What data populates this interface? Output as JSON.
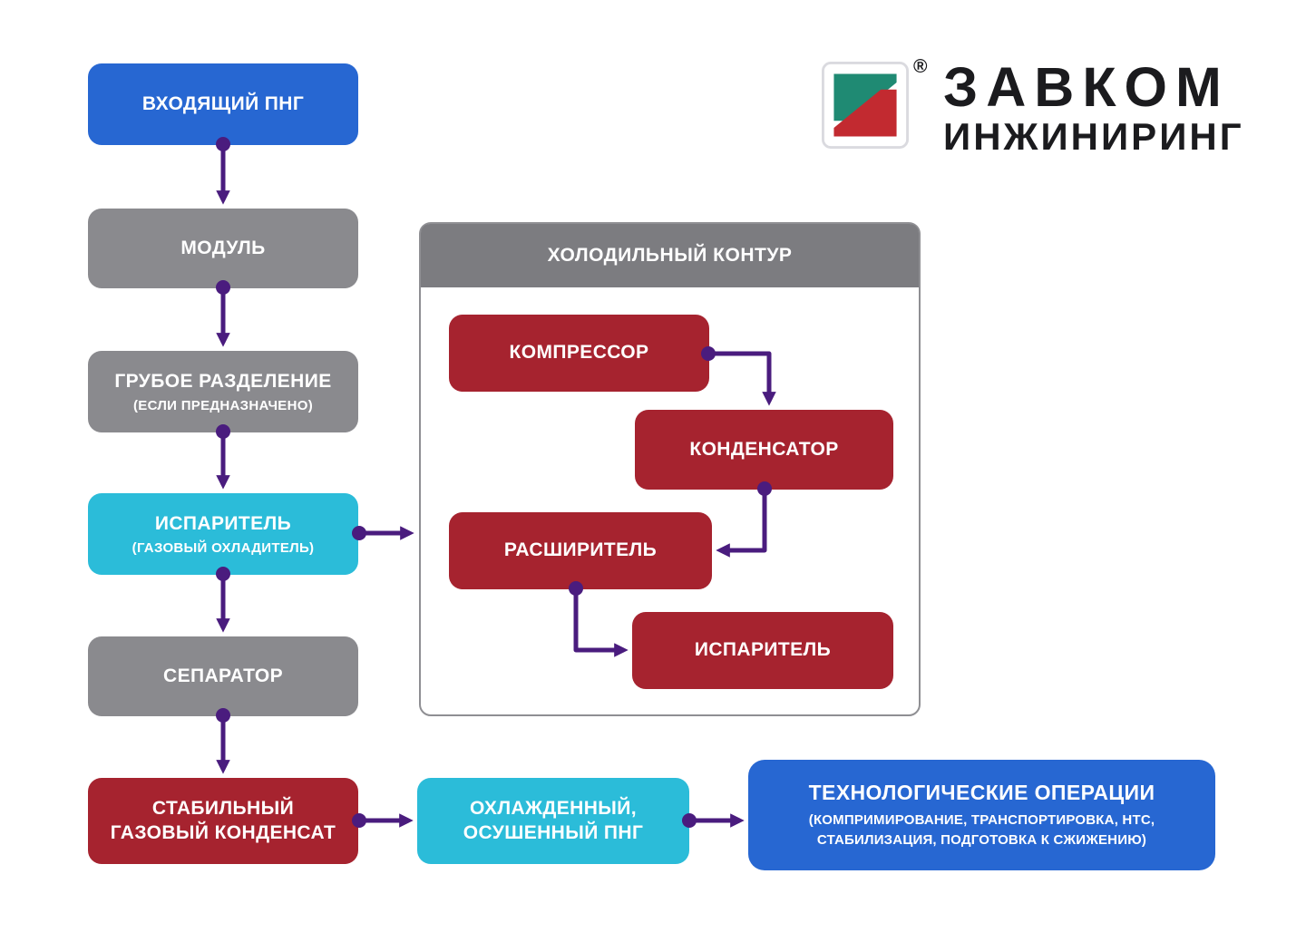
{
  "logo": {
    "brand_top": "ЗАВКОМ",
    "brand_bottom": "ИНЖИНИРИНГ",
    "registered": "®"
  },
  "colors": {
    "blue": "#2767D2",
    "gray": "#8A8A8E",
    "cyan": "#2BBCD9",
    "crimson": "#A6232F",
    "arrow_purple": "#4A1C7E",
    "panel_header_gray": "#7C7C80",
    "logo_teal": "#1F8A73",
    "logo_red": "#C22A30",
    "logo_text": "#1B1B1E"
  },
  "main_flow": {
    "incoming_png": {
      "label": "ВХОДЯЩИЙ ПНГ"
    },
    "module": {
      "label": "МОДУЛЬ"
    },
    "rough_separation": {
      "label": "ГРУБОЕ РАЗДЕЛЕНИЕ",
      "sublabel": "(ЕСЛИ ПРЕДНАЗНАЧЕНО)"
    },
    "gas_evaporator": {
      "label": "ИСПАРИТЕЛЬ",
      "sublabel": "(ГАЗОВЫЙ ОХЛАДИТЕЛЬ)"
    },
    "separator": {
      "label": "СЕПАРАТОР"
    },
    "stable_condensate": {
      "line1": "СТАБИЛЬНЫЙ",
      "line2": "ГАЗОВЫЙ КОНДЕНСАТ"
    },
    "cooled_png": {
      "line1": "ОХЛАЖДЕННЫЙ,",
      "line2": "ОСУШЕННЫЙ ПНГ"
    },
    "tech_operations": {
      "title": "ТЕХНОЛОГИЧЕСКИЕ ОПЕРАЦИИ",
      "subtitle_line1": "(КОМПРИМИРОВАНИЕ, ТРАНСПОРТИРОВКА, НТС,",
      "subtitle_line2": "СТАБИЛИЗАЦИЯ, ПОДГОТОВКА К СЖИЖЕНИЮ)"
    }
  },
  "refrigeration_circuit": {
    "title": "ХОЛОДИЛЬНЫЙ КОНТУР",
    "compressor": "КОМПРЕССОР",
    "condenser": "КОНДЕНСАТОР",
    "expander": "РАСШИРИТЕЛЬ",
    "evaporator": "ИСПАРИТЕЛЬ"
  }
}
